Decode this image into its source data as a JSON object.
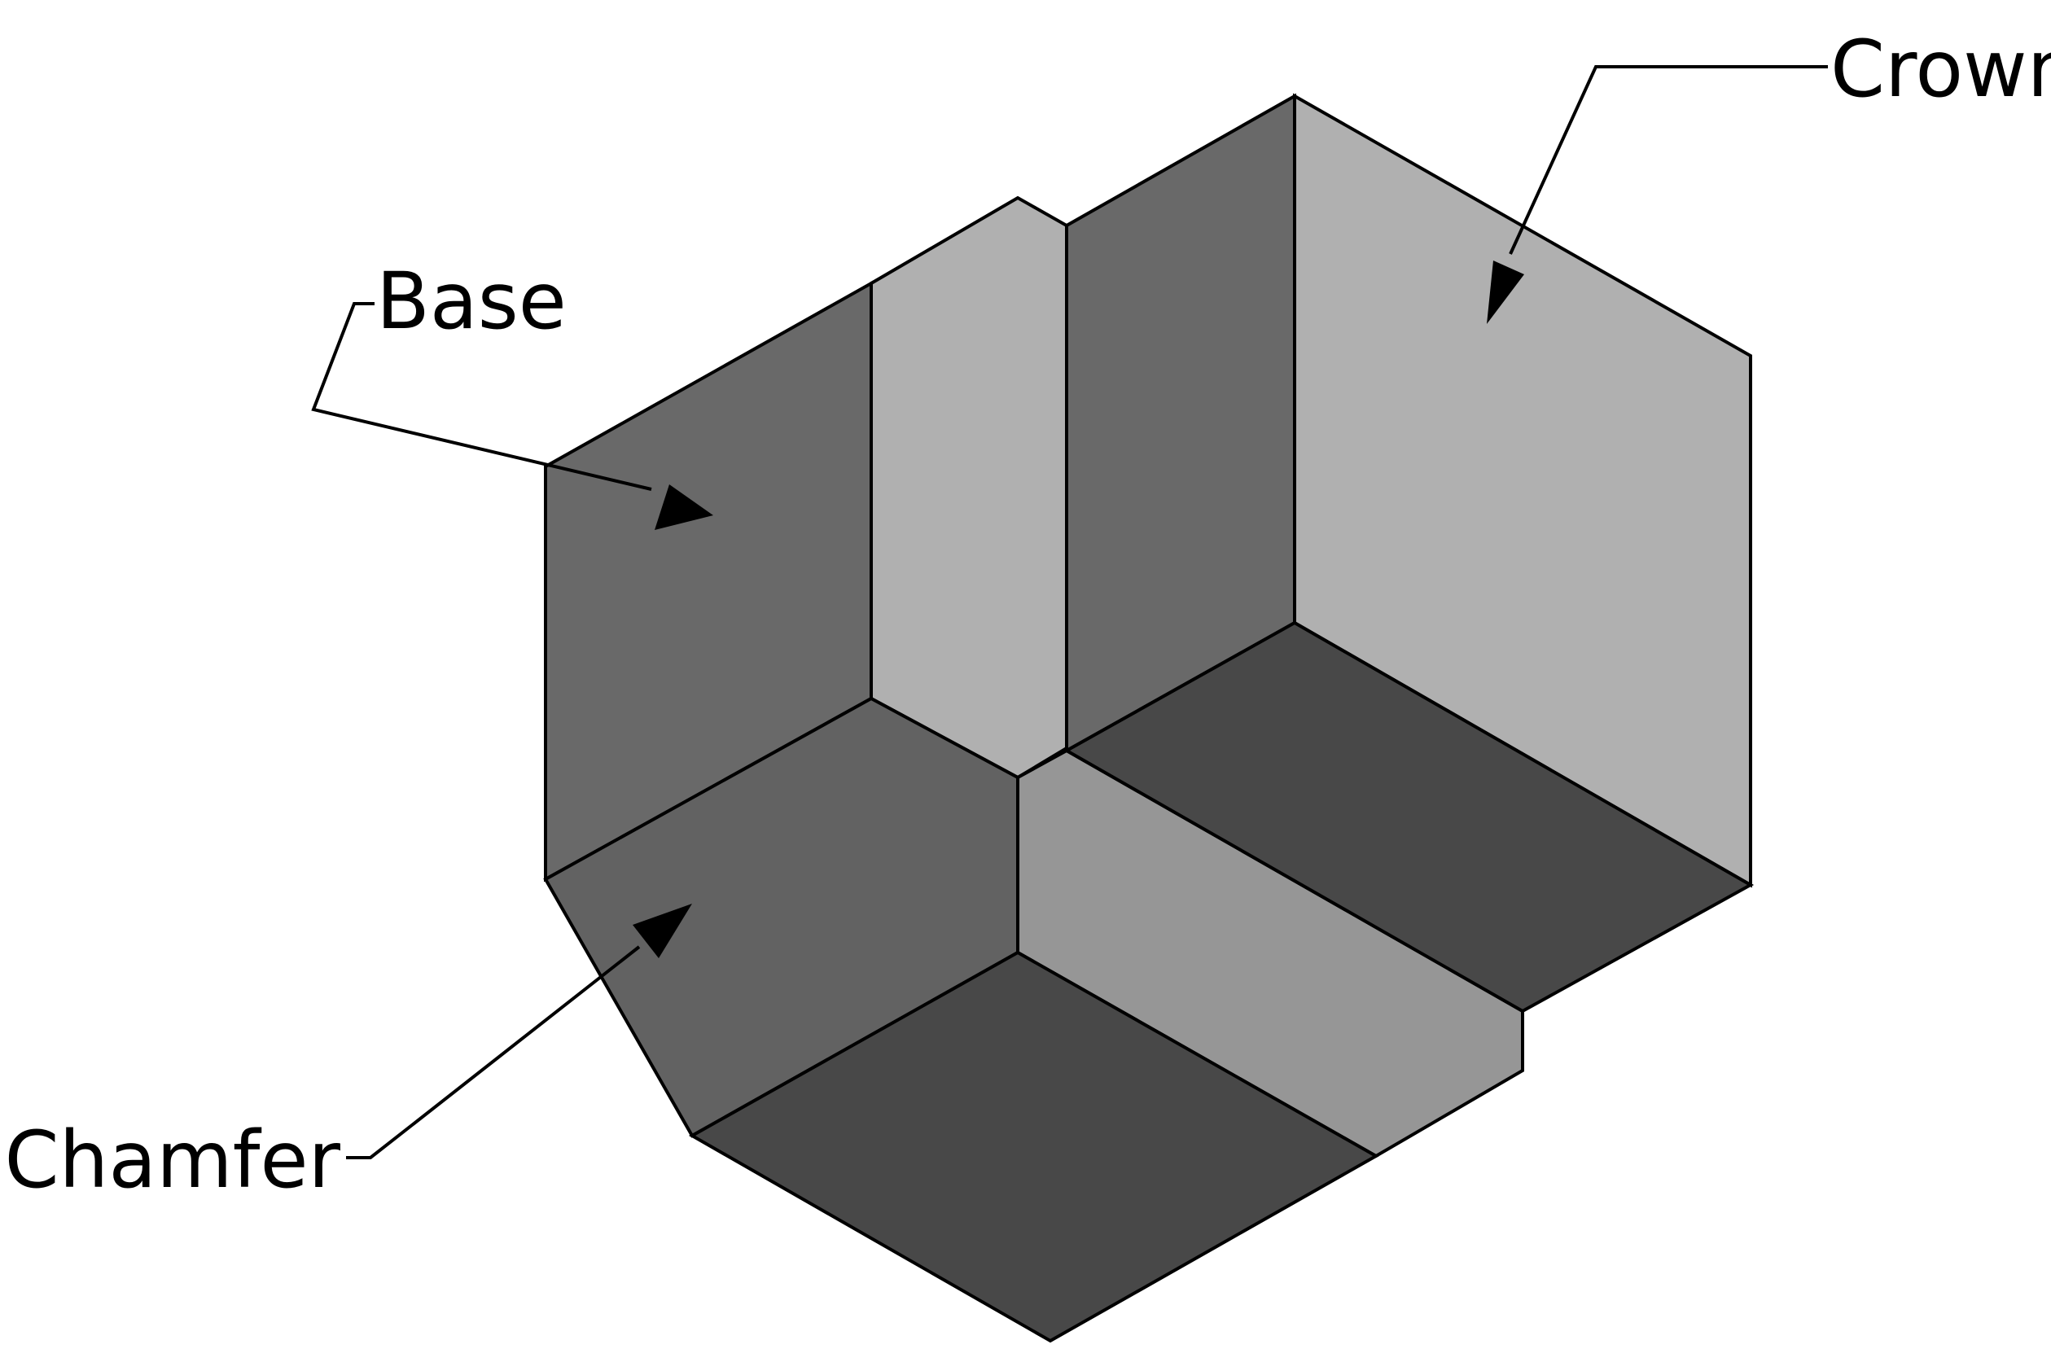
{
  "labels": {
    "crown": "Crown",
    "base": "Base",
    "chamfer": "Chamfer"
  },
  "colors": {
    "background": "#ffffff",
    "outline": "#000000",
    "face_light": "#b0b0b0",
    "face_medium": "#969696",
    "face_mid_dark": "#696969",
    "face_chamfer": "#626262",
    "face_dark": "#484848"
  }
}
